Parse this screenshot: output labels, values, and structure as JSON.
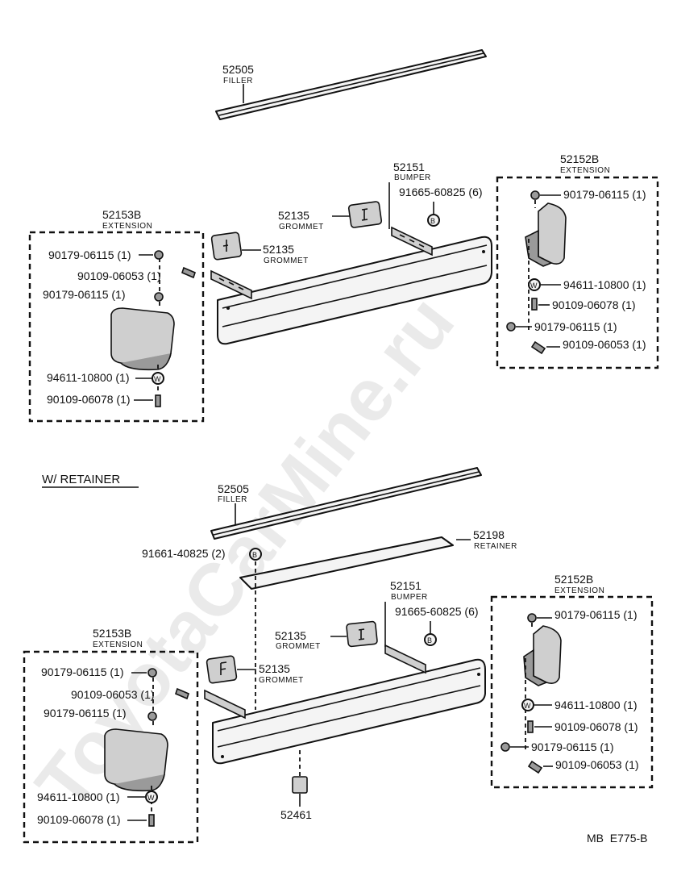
{
  "watermark": "ToyotaCarMine.ru",
  "footer_code": "MB  E775-B",
  "section_label": "W/ RETAINER",
  "labels": {
    "filler_num": "52505",
    "filler_cap": "FILLER",
    "bumper_num": "52151",
    "bumper_cap": "BUMPER",
    "grommet_num": "52135",
    "grommet_cap": "GROMMET",
    "ext_r_num": "52152B",
    "ext_l_num": "52153B",
    "ext_cap": "EXTENSION",
    "retainer_num": "52198",
    "retainer_cap": "RETAINER",
    "part_52461": "52461",
    "rivet_a": "91665-60825 (6)",
    "rivet_b": "91661-40825 (2)",
    "nut": "90179-06115 (1)",
    "bolt_053": "90109-06053 (1)",
    "bolt_078": "90109-06078 (1)",
    "washer": "94611-10800 (1)"
  }
}
